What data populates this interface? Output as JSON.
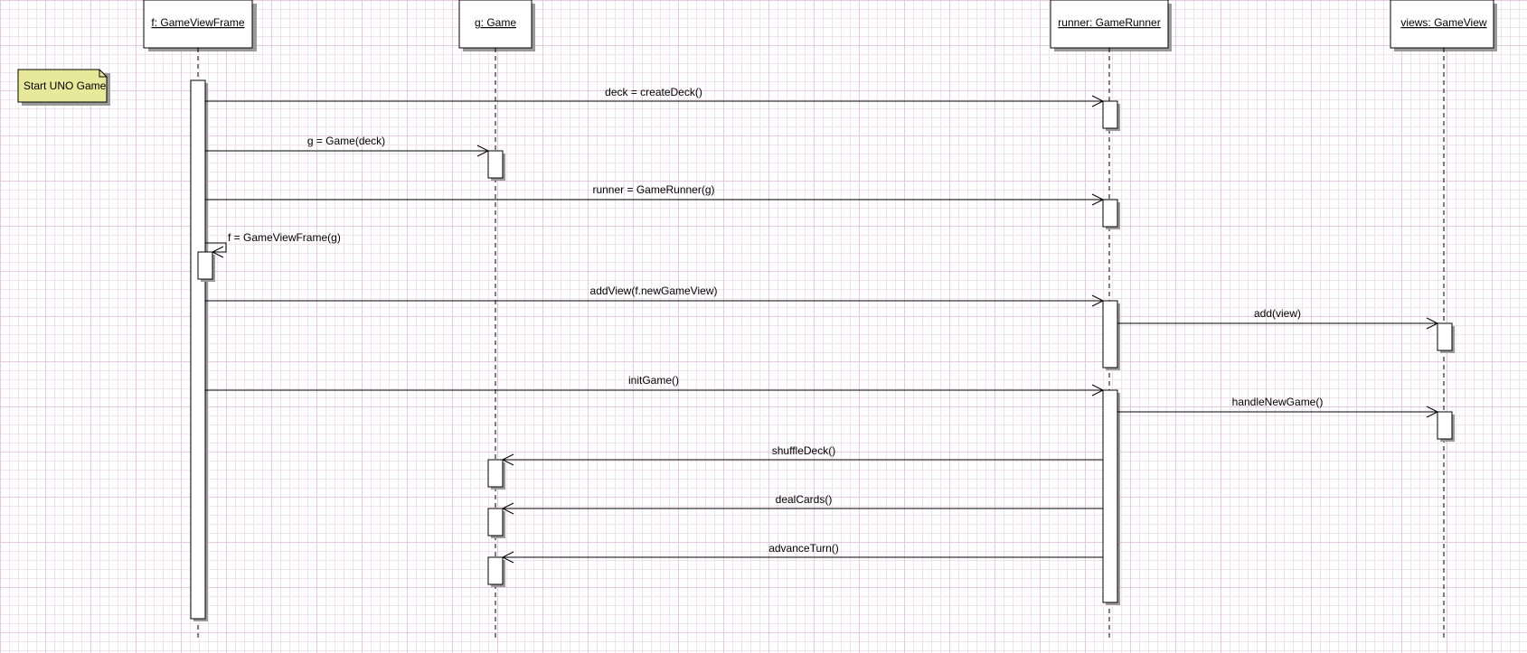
{
  "note": {
    "text": "Start UNO Game"
  },
  "lifelines": [
    {
      "id": "frame",
      "title": "f: GameViewFrame"
    },
    {
      "id": "game",
      "title": "g: Game"
    },
    {
      "id": "runner",
      "title": "runner: GameRunner"
    },
    {
      "id": "views",
      "title": "views: GameView"
    }
  ],
  "messages": [
    {
      "from": "frame",
      "to": "runner",
      "label": "deck = createDeck()"
    },
    {
      "from": "frame",
      "to": "game",
      "label": "g = Game(deck)"
    },
    {
      "from": "frame",
      "to": "runner",
      "label": "runner = GameRunner(g)"
    },
    {
      "from": "frame",
      "to": "frame",
      "label": "f = GameViewFrame(g)"
    },
    {
      "from": "frame",
      "to": "runner",
      "label": "addView(f.newGameView)"
    },
    {
      "from": "runner",
      "to": "views",
      "label": "add(view)"
    },
    {
      "from": "frame",
      "to": "runner",
      "label": "initGame()"
    },
    {
      "from": "runner",
      "to": "views",
      "label": "handleNewGame()"
    },
    {
      "from": "runner",
      "to": "game",
      "label": "shuffleDeck()"
    },
    {
      "from": "runner",
      "to": "game",
      "label": "dealCards()"
    },
    {
      "from": "runner",
      "to": "game",
      "label": "advanceTurn()"
    }
  ]
}
